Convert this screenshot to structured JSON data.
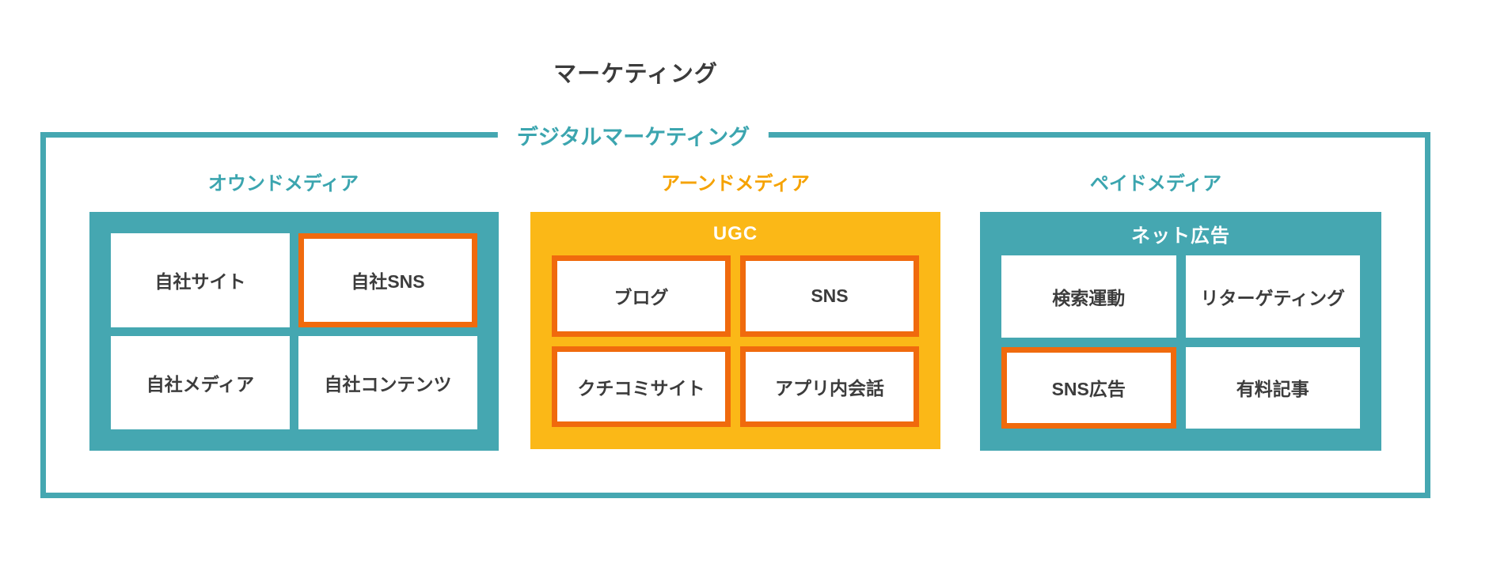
{
  "title": "マーケティング",
  "frame_label": "デジタルマーケティング",
  "colors": {
    "teal": "#45A7B1",
    "gold": "#FBB817",
    "highlight_orange": "#F06A0D",
    "amber_label": "#F5A200",
    "text_dark": "#3B3B3B",
    "cell_bg": "#FFFFFF"
  },
  "sections": [
    {
      "id": "owned-media",
      "label": "オウンドメディア",
      "header": null,
      "cells": [
        {
          "label": "自社サイト",
          "highlighted": false
        },
        {
          "label": "自社SNS",
          "highlighted": true
        },
        {
          "label": "自社メディア",
          "highlighted": false
        },
        {
          "label": "自社コンテンツ",
          "highlighted": false
        }
      ]
    },
    {
      "id": "earned-media",
      "label": "アーンドメディア",
      "header": "UGC",
      "cells": [
        {
          "label": "ブログ",
          "highlighted": true
        },
        {
          "label": "SNS",
          "highlighted": true
        },
        {
          "label": "クチコミサイト",
          "highlighted": true
        },
        {
          "label": "アプリ内会話",
          "highlighted": true
        }
      ]
    },
    {
      "id": "paid-media",
      "label": "ペイドメディア",
      "header": "ネット広告",
      "cells": [
        {
          "label": "検索運動",
          "highlighted": false
        },
        {
          "label": "リターゲティング",
          "highlighted": false
        },
        {
          "label": "SNS広告",
          "highlighted": true
        },
        {
          "label": "有料記事",
          "highlighted": false
        }
      ]
    }
  ]
}
